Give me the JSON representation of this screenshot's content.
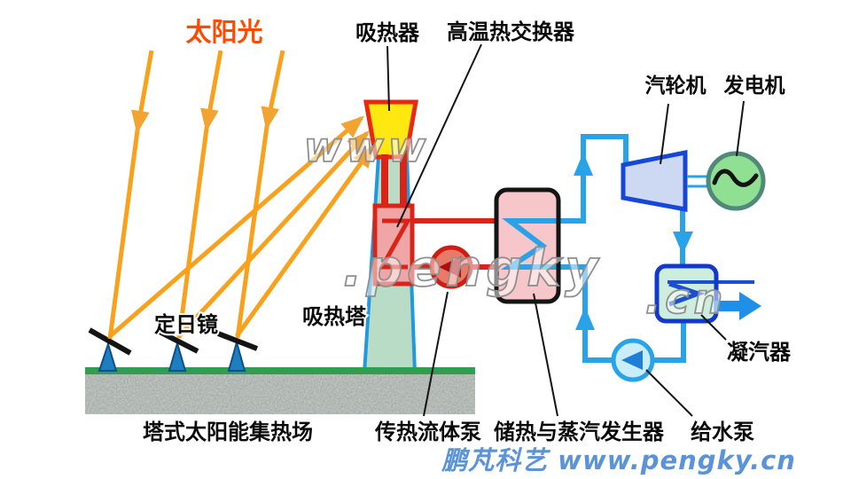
{
  "labels": {
    "sunlight": "太阳光",
    "receiver": "吸热器",
    "hx": "高温热交换器",
    "turbine": "汽轮机",
    "generator": "发电机",
    "heliostat": "定日镜",
    "tower": "吸热塔",
    "field": "塔式太阳能集热场",
    "htf_pump": "传热流体泵",
    "storage": "储热与蒸汽发生器",
    "feed_pump": "给水泵",
    "condenser": "凝汽器"
  },
  "watermarks": {
    "top": "www",
    "mid": ".pengky",
    "right": ".cn",
    "footer": "鹏芃科艺 www.pengky.cn"
  },
  "colors": {
    "sun_ray": "#F9A11B",
    "sun_label": "#FF4A00",
    "red_pipe": "#DA2418",
    "receiver_yellow": "#FFE810",
    "htf_pump_fill": "#E87A68",
    "htf_pump_arrow": "#AF0E0E",
    "blue_pipe": "#29A3E8",
    "turbine_border": "#1547D8",
    "turbine_fill": "#CDD9F2",
    "generator_fill": "#8FE092",
    "generator_border": "#50887A",
    "storage_fill": "#F6C6CA",
    "condenser_fill": "#CDEEDD",
    "condenser_border": "#1238CC",
    "tower_fill": "#B9DCC6",
    "tower_border": "#2299DD",
    "ground_green": "#2F9E50",
    "gravel": "#AEB9B2",
    "footer_watermark": "#5B93D8"
  }
}
